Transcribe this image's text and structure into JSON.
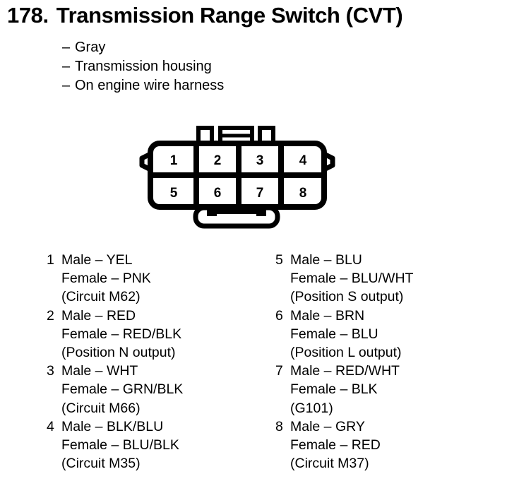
{
  "heading": {
    "number": "178.",
    "title": "Transmission Range Switch (CVT)"
  },
  "spec_list": {
    "dash": "–",
    "items": [
      "Gray",
      "Transmission housing",
      "On engine wire harness"
    ]
  },
  "connector": {
    "name": "8-pin connector face view",
    "rows": [
      [
        "1",
        "2",
        "3",
        "4"
      ],
      [
        "5",
        "6",
        "7",
        "8"
      ]
    ],
    "outline_color": "#000000",
    "fill_color": "#ffffff"
  },
  "pins": {
    "left_column": [
      {
        "index": "1",
        "male": "Male – YEL",
        "female": "Female – PNK",
        "note": "(Circuit M62)"
      },
      {
        "index": "2",
        "male": "Male – RED",
        "female": "Female – RED/BLK",
        "note": "(Position N output)"
      },
      {
        "index": "3",
        "male": "Male – WHT",
        "female": "Female – GRN/BLK",
        "note": "(Circuit M66)"
      },
      {
        "index": "4",
        "male": "Male – BLK/BLU",
        "female": "Female – BLU/BLK",
        "note": "(Circuit M35)"
      }
    ],
    "right_column": [
      {
        "index": "5",
        "male": "Male – BLU",
        "female": "Female – BLU/WHT",
        "note": "(Position S output)"
      },
      {
        "index": "6",
        "male": "Male – BRN",
        "female": "Female – BLU",
        "note": "(Position L output)"
      },
      {
        "index": "7",
        "male": "Male – RED/WHT",
        "female": "Female – BLK",
        "note": "(G101)"
      },
      {
        "index": "8",
        "male": "Male – GRY",
        "female": "Female – RED",
        "note": "(Circuit M37)"
      }
    ]
  }
}
